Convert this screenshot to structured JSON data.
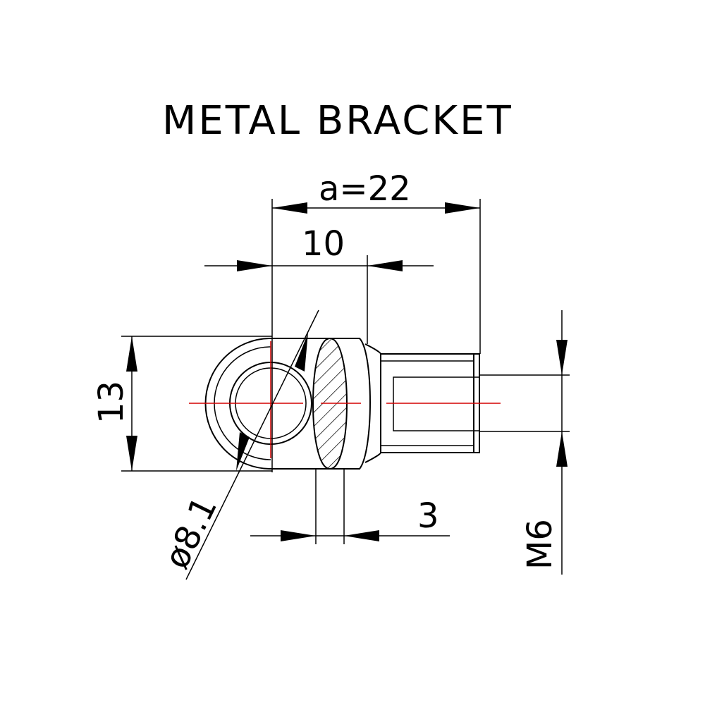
{
  "drawing": {
    "title": "METAL BRACKET",
    "dimensions": {
      "overall_length": "a=22",
      "eye_center_to_neck": "10",
      "height": "13",
      "hole_diameter": "ø8.1",
      "width": "3",
      "thread": "M6"
    },
    "colors": {
      "line": "#000000",
      "centerline": "#d40000"
    }
  }
}
